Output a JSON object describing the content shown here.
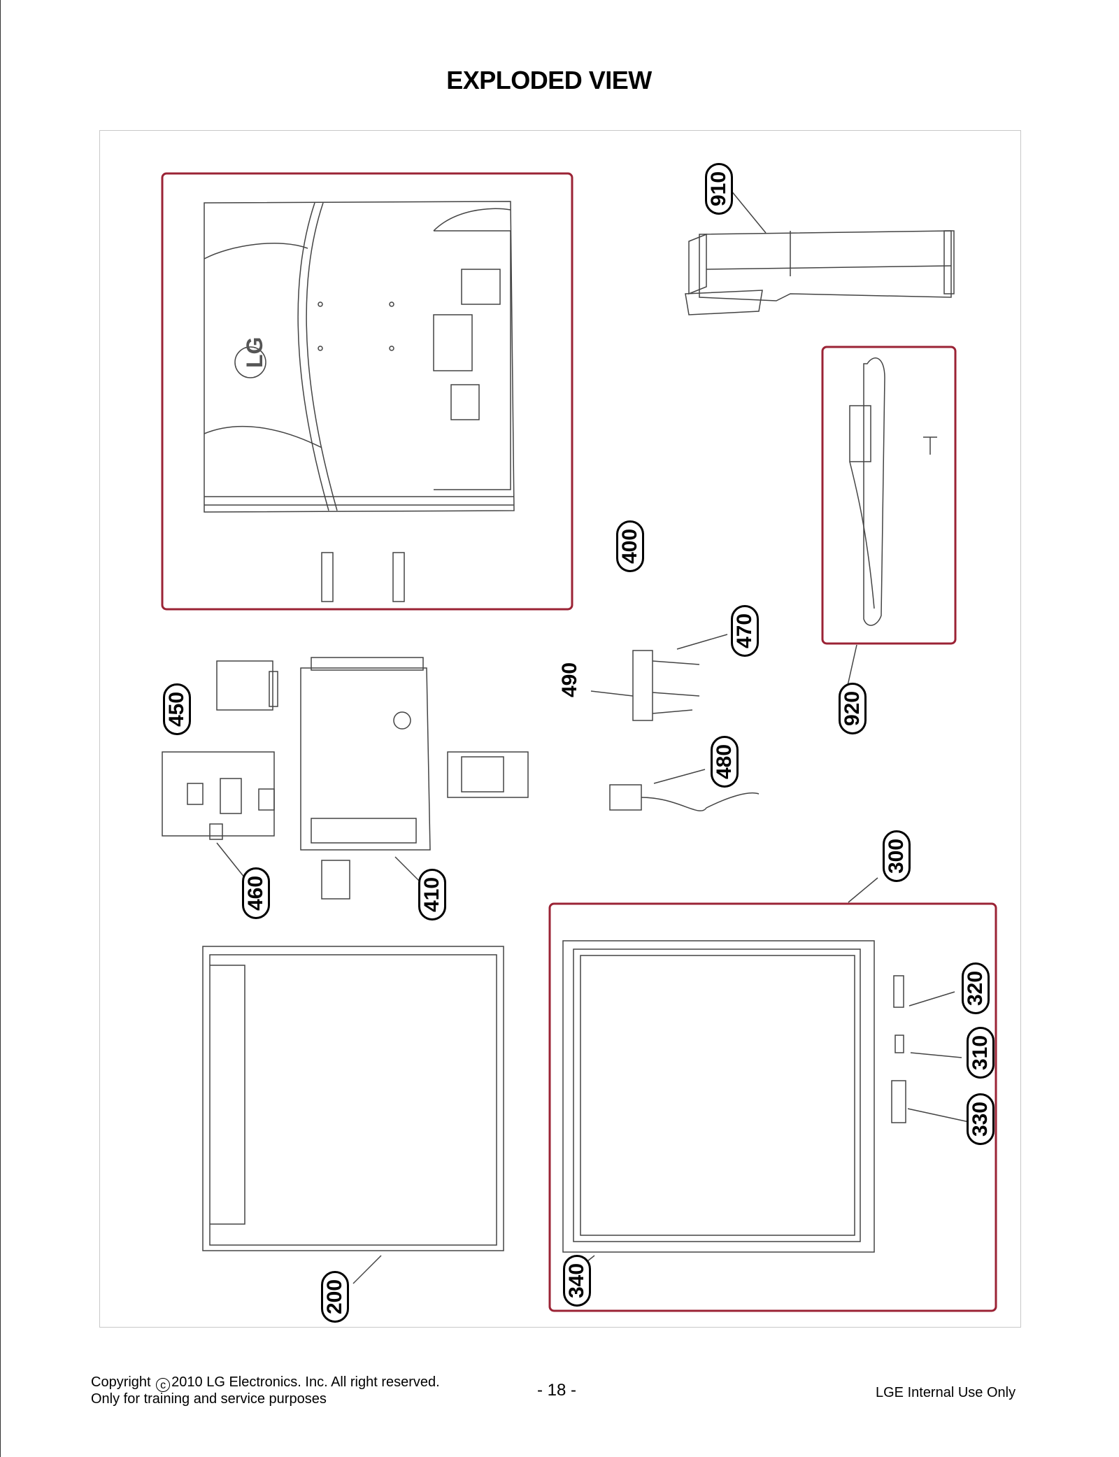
{
  "title": "EXPLODED VIEW",
  "callouts": {
    "p910": "910",
    "p400": "400",
    "p920": "920",
    "p470": "470",
    "p490": "490",
    "p450": "450",
    "p480": "480",
    "p460": "460",
    "p410": "410",
    "p300": "300",
    "p320": "320",
    "p310": "310",
    "p330": "330",
    "p200": "200",
    "p340": "340"
  },
  "footer": {
    "copyright_prefix": "Copyright",
    "copyright_symbol": "c",
    "copyright_rest": "2010 LG Electronics. Inc. All right reserved.",
    "line2": "Only for training and service purposes",
    "page_number": "- 18 -",
    "internal": "LGE Internal Use Only"
  },
  "logo_text": "LG",
  "colors": {
    "highlight_box": "#9b2335",
    "line_art": "#444444"
  }
}
